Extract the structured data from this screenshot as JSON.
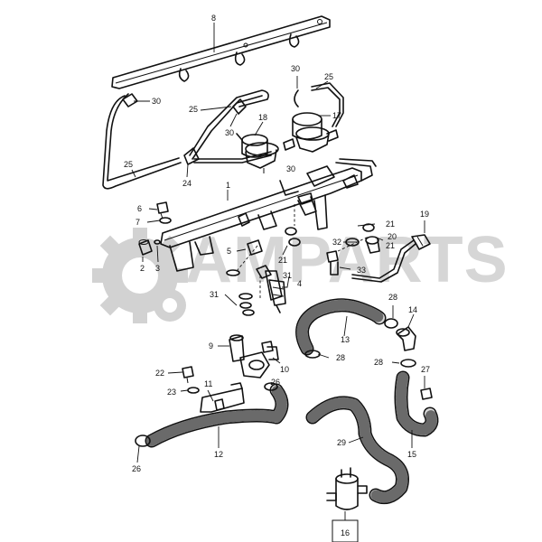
{
  "watermark": {
    "text": "AMPARTS",
    "color": "#d6d6d6"
  },
  "callouts": [
    {
      "id": "8",
      "label": "8"
    },
    {
      "id": "30a",
      "label": "30"
    },
    {
      "id": "25a",
      "label": "25"
    },
    {
      "id": "30b",
      "label": "30"
    },
    {
      "id": "25b",
      "label": "25"
    },
    {
      "id": "18",
      "label": "18"
    },
    {
      "id": "17",
      "label": "17"
    },
    {
      "id": "30c",
      "label": "30"
    },
    {
      "id": "30d",
      "label": "30"
    },
    {
      "id": "25c",
      "label": "25"
    },
    {
      "id": "24",
      "label": "24"
    },
    {
      "id": "1",
      "label": "1"
    },
    {
      "id": "6",
      "label": "6"
    },
    {
      "id": "7",
      "label": "7"
    },
    {
      "id": "2",
      "label": "2"
    },
    {
      "id": "3",
      "label": "3"
    },
    {
      "id": "5",
      "label": "5"
    },
    {
      "id": "31a",
      "label": "31"
    },
    {
      "id": "4",
      "label": "4"
    },
    {
      "id": "31b",
      "label": "31"
    },
    {
      "id": "21a",
      "label": "21"
    },
    {
      "id": "21b",
      "label": "21"
    },
    {
      "id": "21c",
      "label": "21"
    },
    {
      "id": "32",
      "label": "32"
    },
    {
      "id": "20",
      "label": "20"
    },
    {
      "id": "33",
      "label": "33"
    },
    {
      "id": "19",
      "label": "19"
    },
    {
      "id": "28a",
      "label": "28"
    },
    {
      "id": "14",
      "label": "14"
    },
    {
      "id": "13",
      "label": "13"
    },
    {
      "id": "9",
      "label": "9"
    },
    {
      "id": "10",
      "label": "10"
    },
    {
      "id": "28b",
      "label": "28"
    },
    {
      "id": "28c",
      "label": "28"
    },
    {
      "id": "27",
      "label": "27"
    },
    {
      "id": "22",
      "label": "22"
    },
    {
      "id": "11",
      "label": "11"
    },
    {
      "id": "23",
      "label": "23"
    },
    {
      "id": "26a",
      "label": "26"
    },
    {
      "id": "26b",
      "label": "26"
    },
    {
      "id": "12",
      "label": "12"
    },
    {
      "id": "29",
      "label": "29"
    },
    {
      "id": "15",
      "label": "15"
    },
    {
      "id": "16",
      "label": "16"
    }
  ]
}
